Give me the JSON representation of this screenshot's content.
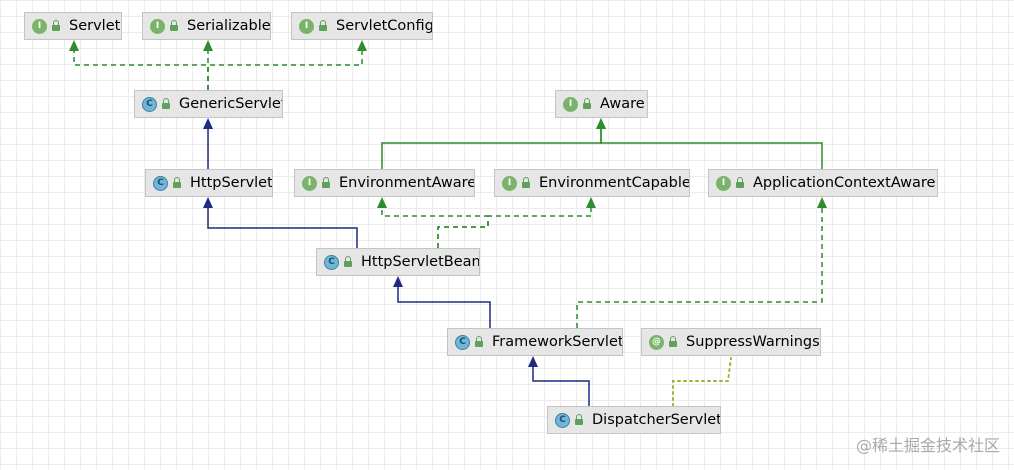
{
  "nodes": [
    {
      "id": "Servlet",
      "label": "Servlet",
      "kind": "interface",
      "badge": "I"
    },
    {
      "id": "Serializable",
      "label": "Serializable",
      "kind": "interface",
      "badge": "I"
    },
    {
      "id": "ServletConfig",
      "label": "ServletConfig",
      "kind": "interface",
      "badge": "I"
    },
    {
      "id": "GenericServlet",
      "label": "GenericServlet",
      "kind": "class",
      "badge": "C"
    },
    {
      "id": "Aware",
      "label": "Aware",
      "kind": "interface",
      "badge": "I"
    },
    {
      "id": "HttpServlet",
      "label": "HttpServlet",
      "kind": "class",
      "badge": "C"
    },
    {
      "id": "EnvironmentAware",
      "label": "EnvironmentAware",
      "kind": "interface",
      "badge": "I"
    },
    {
      "id": "EnvironmentCapable",
      "label": "EnvironmentCapable",
      "kind": "interface",
      "badge": "I"
    },
    {
      "id": "ApplicationContextAware",
      "label": "ApplicationContextAware",
      "kind": "interface",
      "badge": "I"
    },
    {
      "id": "HttpServletBean",
      "label": "HttpServletBean",
      "kind": "class",
      "badge": "C"
    },
    {
      "id": "FrameworkServlet",
      "label": "FrameworkServlet",
      "kind": "class",
      "badge": "C"
    },
    {
      "id": "SuppressWarnings",
      "label": "SuppressWarnings",
      "kind": "annotation",
      "badge": "@"
    },
    {
      "id": "DispatcherServlet",
      "label": "DispatcherServlet",
      "kind": "class",
      "badge": "C"
    }
  ],
  "edges": [
    {
      "from": "GenericServlet",
      "to": "Servlet",
      "type": "implements"
    },
    {
      "from": "GenericServlet",
      "to": "Serializable",
      "type": "implements"
    },
    {
      "from": "GenericServlet",
      "to": "ServletConfig",
      "type": "implements"
    },
    {
      "from": "HttpServlet",
      "to": "GenericServlet",
      "type": "extends"
    },
    {
      "from": "EnvironmentAware",
      "to": "Aware",
      "type": "extends-interface"
    },
    {
      "from": "ApplicationContextAware",
      "to": "Aware",
      "type": "extends-interface"
    },
    {
      "from": "HttpServletBean",
      "to": "HttpServlet",
      "type": "extends"
    },
    {
      "from": "HttpServletBean",
      "to": "EnvironmentAware",
      "type": "implements"
    },
    {
      "from": "HttpServletBean",
      "to": "EnvironmentCapable",
      "type": "implements"
    },
    {
      "from": "FrameworkServlet",
      "to": "HttpServletBean",
      "type": "extends"
    },
    {
      "from": "FrameworkServlet",
      "to": "ApplicationContextAware",
      "type": "implements"
    },
    {
      "from": "DispatcherServlet",
      "to": "FrameworkServlet",
      "type": "extends"
    },
    {
      "from": "DispatcherServlet",
      "to": "SuppressWarnings",
      "type": "annotated"
    }
  ],
  "colors": {
    "extends": "#1f2a80",
    "implements": "#2e8b2e",
    "extends_interface": "#2e8b2e",
    "annotated": "#9ab63a"
  },
  "watermark": "@稀土掘金技术社区"
}
